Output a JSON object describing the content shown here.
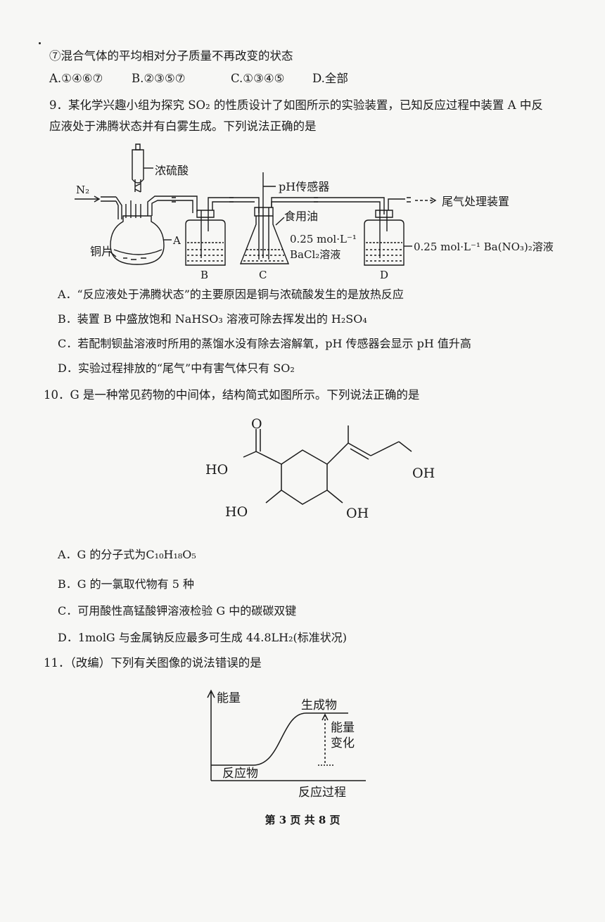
{
  "q8_tail": {
    "item7": "⑦混合气体的平均相对分子质量不再改变的状态",
    "choices": [
      "A.①④⑥⑦",
      "B.②③⑤⑦",
      "C.①③④⑤",
      "D.全部"
    ]
  },
  "q9": {
    "stem_line1": "9．某化学兴趣小组为探究 SO₂ 的性质设计了如图所示的实验装置，已知反应过程中装置 A 中反",
    "stem_line2": "应液处于沸腾状态并有白雾生成。下列说法正确的是",
    "figure": {
      "n2": "N₂",
      "acid": "浓硫酸",
      "ph_sensor": "pH传感器",
      "oil": "食用油",
      "copper": "铜片",
      "label_a": "A",
      "label_b": "B",
      "label_c": "C",
      "label_d": "D",
      "bacl2_conc": "0.25 mol·L⁻¹",
      "bacl2": "BaCl₂溶液",
      "bano3": "0.25 mol·L⁻¹ Ba(NO₃)₂溶液",
      "tail": "尾气处理装置"
    },
    "options": [
      "A．“反应液处于沸腾状态”的主要原因是铜与浓硫酸发生的是放热反应",
      "B．装置 B 中盛放饱和 NaHSO₃ 溶液可除去挥发出的 H₂SO₄",
      "C．若配制钡盐溶液时所用的蒸馏水没有除去溶解氧，pH 传感器会显示 pH 值升高",
      "D．实验过程排放的“尾气”中有害气体只有 SO₂"
    ]
  },
  "q10": {
    "stem": "10．G 是一种常见药物的中间体，结构简式如图所示。下列说法正确的是",
    "structure": {
      "o": "O",
      "ho_acid": "HO",
      "oh_right": "OH",
      "ho_bottom": "HO",
      "oh_bottom": "OH"
    },
    "options": [
      "A．G 的分子式为C₁₀H₁₈O₅",
      "B．G 的一氯取代物有 5 种",
      "C．可用酸性高锰酸钾溶液检验 G 中的碳碳双键",
      "D．1molG 与金属钠反应最多可生成 44.8LH₂(标准状况)"
    ]
  },
  "q11": {
    "stem": "11．（改编）下列有关图像的说法错误的是",
    "graph": {
      "y_axis": "能量",
      "product": "生成物",
      "energy_change_1": "能量",
      "energy_change_2": "变化",
      "reactant": "反应物",
      "x_axis": "反应过程"
    }
  },
  "footer": "第 3 页 共 8 页"
}
